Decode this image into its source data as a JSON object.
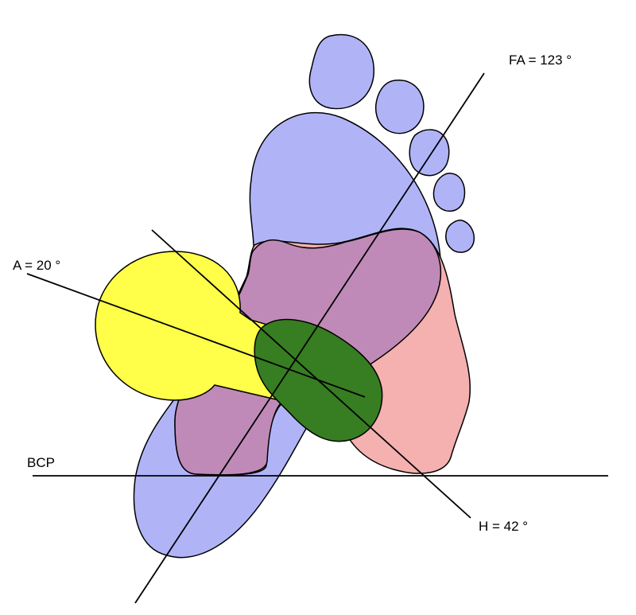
{
  "labels": {
    "fa": "FA = 123 °",
    "a": "A = 20 °",
    "bcp": "BCP",
    "h": "H = 42 °"
  },
  "colors": {
    "foot": "#b0b4f7",
    "pink": "#f5b0b0",
    "overlap": "#c08ab8",
    "yellow": "#ffff4a",
    "green": "#377d22"
  }
}
